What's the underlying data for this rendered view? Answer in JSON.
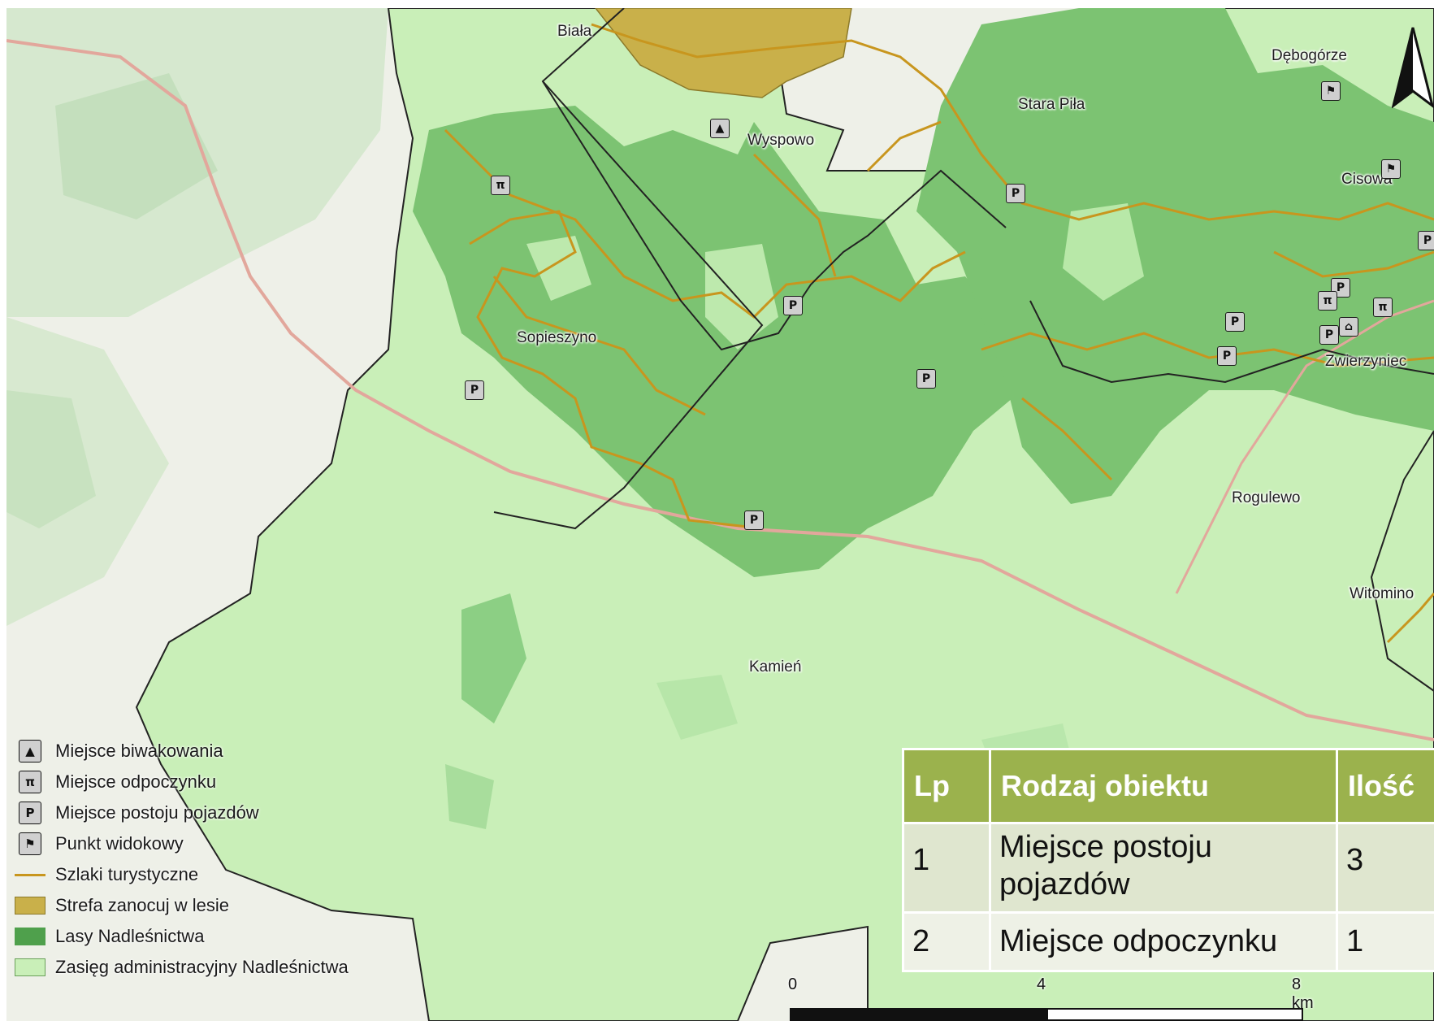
{
  "places": [
    {
      "id": "biala",
      "name": "Biała"
    },
    {
      "id": "wyspowo",
      "name": "Wyspowo"
    },
    {
      "id": "stara-pila",
      "name": "Stara Piła"
    },
    {
      "id": "debogorze",
      "name": "Dębogórze"
    },
    {
      "id": "cisowa",
      "name": "Cisowa"
    },
    {
      "id": "sopieszyno",
      "name": "Sopieszyno"
    },
    {
      "id": "zwierzyniec",
      "name": "Zwierzyniec"
    },
    {
      "id": "rogulewo",
      "name": "Rogulewo"
    },
    {
      "id": "witomino",
      "name": "Witomino"
    },
    {
      "id": "kamien",
      "name": "Kamień"
    }
  ],
  "poi_types": {
    "camping": "camping-tent-icon",
    "rest": "picnic-table-icon",
    "parking": "parking-icon",
    "viewpoint": "viewpoint-flag-icon"
  },
  "legend": {
    "items": [
      {
        "key": "camping",
        "label": "Miejsce biwakowania",
        "symbol": "poi",
        "icon": "camping-tent-icon"
      },
      {
        "key": "rest",
        "label": "Miejsce odpoczynku",
        "symbol": "poi",
        "icon": "picnic-table-icon"
      },
      {
        "key": "parking",
        "label": "Miejsce postoju pojazdów",
        "symbol": "poi",
        "icon": "parking-icon"
      },
      {
        "key": "viewpoint",
        "label": "Punkt widokowy",
        "symbol": "poi",
        "icon": "viewpoint-flag-icon"
      },
      {
        "key": "trails",
        "label": "Szlaki turystyczne",
        "symbol": "line",
        "color": "#c8961e"
      },
      {
        "key": "zanocuj",
        "label": "Strefa zanocuj w lesie",
        "symbol": "fill",
        "color": "#c9b04a"
      },
      {
        "key": "lasy",
        "label": "Lasy Nadleśnictwa",
        "symbol": "fill",
        "color": "#6fb96a"
      },
      {
        "key": "zasieg",
        "label": "Zasięg administracyjny Nadleśnictwa",
        "symbol": "fill",
        "color": "#c9efb8"
      }
    ]
  },
  "table": {
    "headers": [
      "Lp",
      "Rodzaj obiektu",
      "Ilość"
    ],
    "rows": [
      {
        "lp": "1",
        "type": "Miejsce postoju pojazdów",
        "count": "3"
      },
      {
        "lp": "2",
        "type": "Miejsce odpoczynku",
        "count": "1"
      }
    ]
  },
  "scale": {
    "labels": [
      "0",
      "4",
      "8 km"
    ]
  },
  "colors": {
    "forest": "#6fb96a",
    "admin_area": "#c9efb8",
    "zanocuj_zone": "#c9b04a",
    "trail": "#c8961e",
    "road": "#e2a79c",
    "table_header": "#9bb24d"
  }
}
